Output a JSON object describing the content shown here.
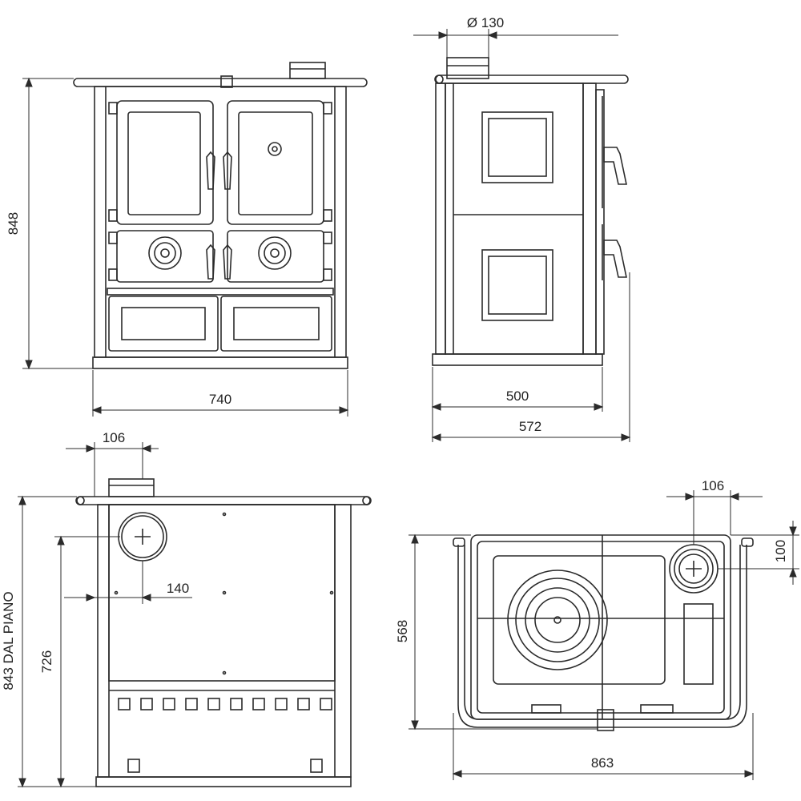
{
  "front_view": {
    "height_label": "848",
    "width_label": "740"
  },
  "side_view": {
    "flue_diameter_label": "Ø 130",
    "body_depth_label": "500",
    "total_depth_label": "572"
  },
  "rear_view": {
    "flue_offset_label": "106",
    "flue_lateral_label": "140",
    "flue_height_label": "726",
    "hob_height_label": "843 DAL PIANO"
  },
  "top_view": {
    "flue_offset_label": "106",
    "flue_front_offset_label": "100",
    "depth_label": "568",
    "width_label": "863"
  },
  "colors": {
    "line": "#2b2b2b",
    "fill": "#ffffff"
  }
}
